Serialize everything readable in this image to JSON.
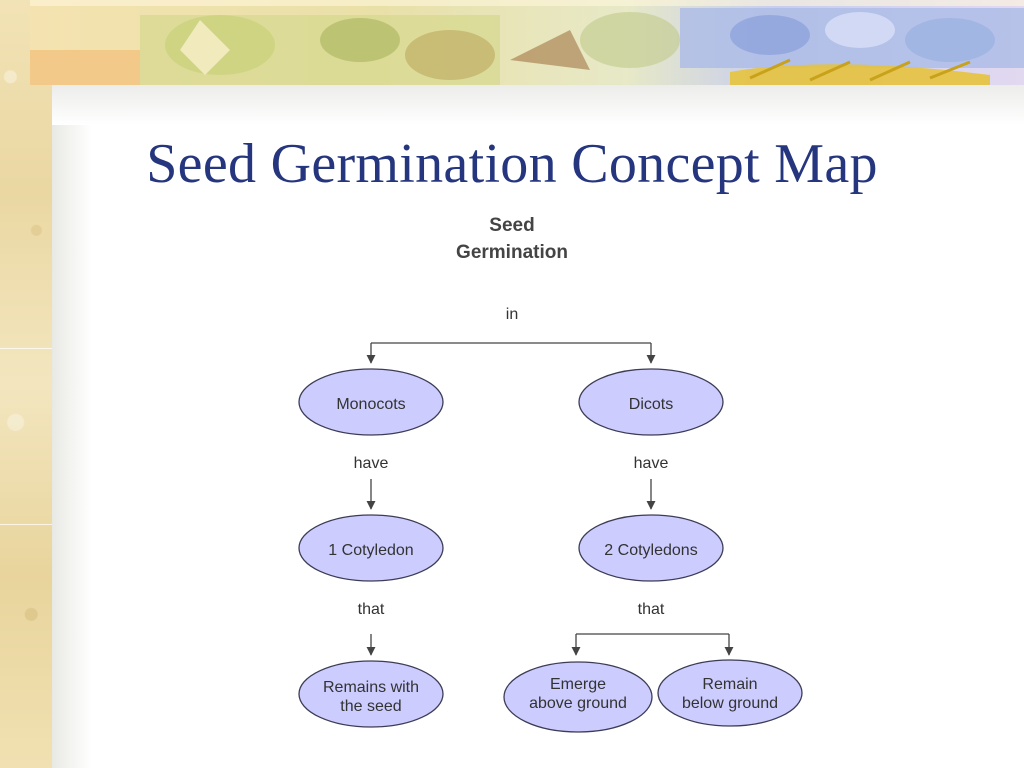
{
  "title": "Seed Germination Concept Map",
  "root": [
    "Seed",
    "Germination"
  ],
  "links": {
    "in": "in",
    "have_left": "have",
    "have_right": "have",
    "that_left": "that",
    "that_right": "that"
  },
  "nodes": {
    "monocots": "Monocots",
    "dicots": "Dicots",
    "one_cotyledon": "1 Cotyledon",
    "two_cotyledons": "2 Cotyledons",
    "remains_with_seed": [
      "Remains with",
      "the seed"
    ],
    "emerge_above": [
      "Emerge",
      "above ground"
    ],
    "remain_below": [
      "Remain",
      "below ground"
    ]
  },
  "colors": {
    "title": "#25367f",
    "node_fill": "#ccccff",
    "node_stroke": "#3c3c55",
    "line": "#444444",
    "text": "#333333"
  }
}
